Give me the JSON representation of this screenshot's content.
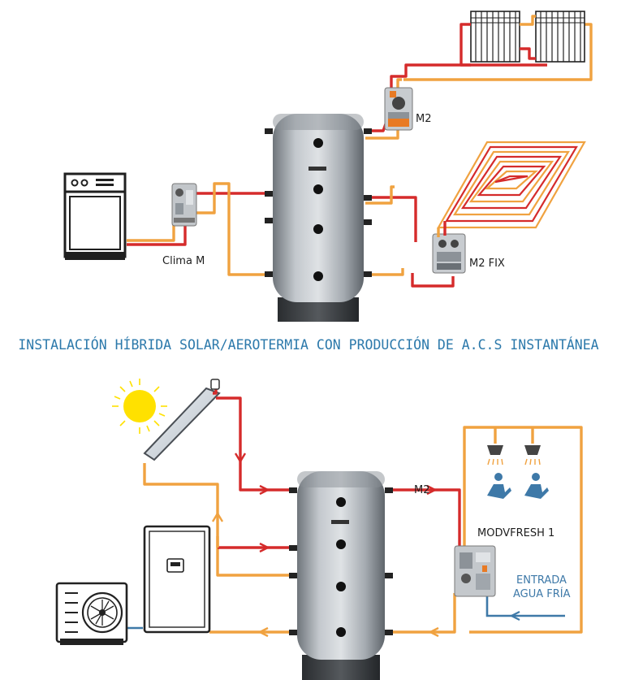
{
  "title": "INSTALACIÓN HÍBRIDA SOLAR/AEROTERMIA CON PRODUCCIÓN DE A.C.S INSTANTÁNEA",
  "top_labels": {
    "clima": "Clima M",
    "m2": "M2",
    "m2fix": "M2 FIX"
  },
  "bottom_labels": {
    "m2": "M2",
    "modvfresh": "MODVFRESH 1",
    "entrada_1": "ENTRADA",
    "entrada_2": "AGUA FRÍA"
  },
  "colors": {
    "hot": "#d52b2b",
    "return": "#f0a240",
    "cold": "#3e79a8",
    "title": "#2c79ab"
  }
}
